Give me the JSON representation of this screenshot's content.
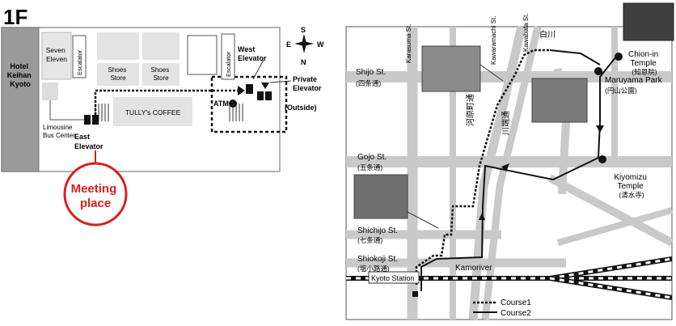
{
  "floor_map": {
    "floor_label": "1F",
    "hotel": [
      "Hotel",
      "Keihan",
      "Kyoto"
    ],
    "seven_eleven": [
      "Seven",
      "Eleven"
    ],
    "escalator": "Escalator",
    "shoes_store": [
      "Shoes",
      "Store"
    ],
    "tullys": "TULLY's COFFEE",
    "west_elevator": [
      "West",
      "Elevator"
    ],
    "private_elevator": [
      "Private",
      "Elevator"
    ],
    "outside": "(Outside)",
    "atm": "ATM",
    "east_elevator": [
      "East",
      "Elevator"
    ],
    "limousine": [
      "Limousine",
      "Bus Center"
    ],
    "meeting_place": [
      "Meeting",
      "place"
    ],
    "compass": {
      "n": "N",
      "s": "S",
      "e": "E",
      "w": "W"
    }
  },
  "route_map": {
    "streets": {
      "karasuma": "Karasuma St.",
      "kawaramachi": "Kawaramachi St.",
      "kawabata": "Kawabata St.",
      "shijo": "Shijo St.",
      "shijo_jp": "(四条通)",
      "gojo": "Gojo St.",
      "gojo_jp": "(五条通)",
      "shichijo": "Shichijo St.",
      "shichijo_jp": "(七条通)",
      "shiokoji": "Shiokoji St.",
      "shiokoji_jp": "(塩小路通)",
      "kawaramachi_jp": "河原町通",
      "kawabata_jp": "川端通",
      "shirakawa": "白川",
      "kamoriver": "Kamoriver",
      "kyoto_station": "Kyoto Station"
    },
    "places": {
      "chionin": [
        "Chion-in",
        "Temple",
        "(知恩院)"
      ],
      "maruyama": [
        "Maruyama Park",
        "(円山公園)"
      ],
      "kiyomizu": [
        "Kiyomizu",
        "Temple",
        "(清水寺)"
      ]
    },
    "legend": {
      "course1": "Course1",
      "course2": "Course2"
    }
  }
}
